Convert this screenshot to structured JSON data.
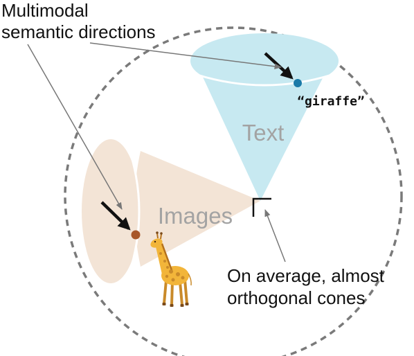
{
  "annotations": {
    "multimodal_line1": "Multimodal",
    "multimodal_line2": "semantic directions",
    "orthogonal_line1": "On average, almost",
    "orthogonal_line2": "orthogonal cones"
  },
  "cones": {
    "text_label": "Text",
    "images_label": "Images"
  },
  "points": {
    "text_point_label": "“giraffe”"
  },
  "colors": {
    "text_cone": "#c7e9f1",
    "image_cone": "#f3e4d6",
    "label_gray": "#a3a3a3",
    "text_dot": "#1b7aa8",
    "image_dot": "#a8572a",
    "dashed_circle": "#7a7a7a",
    "pointer_line": "#777777"
  },
  "icons": {
    "giraffe": "giraffe-icon"
  }
}
